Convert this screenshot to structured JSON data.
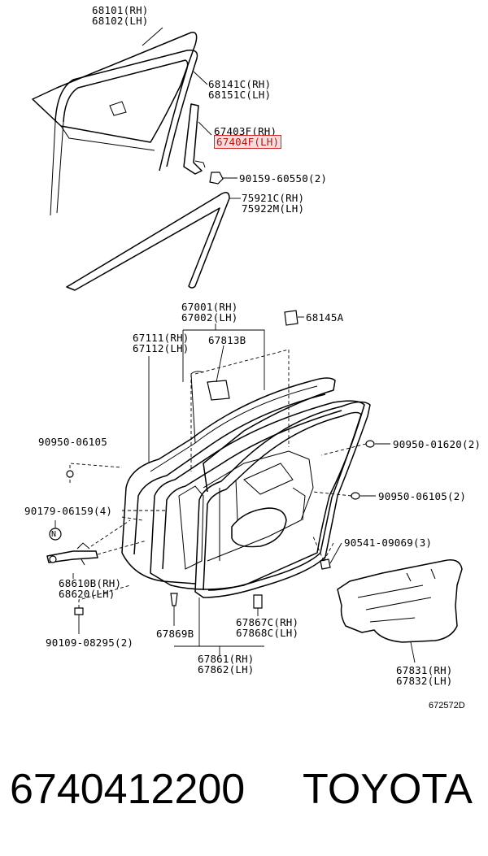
{
  "labels": {
    "l68101": [
      "68101(RH)",
      "68102(LH)"
    ],
    "l68141": [
      "68141C(RH)",
      "68151C(LH)"
    ],
    "l67403": [
      "67403F(RH)",
      "67404F(LH)"
    ],
    "l90159": [
      "90159-60550(2)"
    ],
    "l75921": [
      "75921C(RH)",
      "75922M(LH)"
    ],
    "l67001": [
      "67001(RH)",
      "67002(LH)"
    ],
    "l68145": [
      "68145A"
    ],
    "l67111": [
      "67111(RH)",
      "67112(LH)"
    ],
    "l67813": [
      "67813B"
    ],
    "l90950a": [
      "90950-06105"
    ],
    "l90950b": [
      "90950-01620(2)"
    ],
    "l90179": [
      "90179-06159(4)"
    ],
    "l90950c": [
      "90950-06105(2)"
    ],
    "l90541": [
      "90541-09069(3)"
    ],
    "l68610": [
      "68610B(RH)",
      "68620(LH)"
    ],
    "l67867": [
      "67867C(RH)",
      "67868C(LH)"
    ],
    "l67869": [
      "67869B"
    ],
    "l90109": [
      "90109-08295(2)"
    ],
    "l67861": [
      "67861(RH)",
      "67862(LH)"
    ],
    "l67831": [
      "67831(RH)",
      "67832(LH)"
    ],
    "n_mark": "N"
  },
  "ref_code": "672572D",
  "part_number": "6740412200",
  "brand": "TOYOTA"
}
